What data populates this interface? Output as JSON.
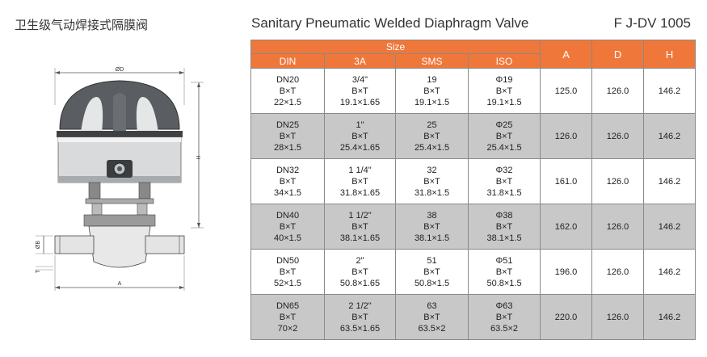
{
  "titles": {
    "chinese": "卫生级气动焊接式隔膜阀",
    "english": "Sanitary Pneumatic Welded Diaphragm Valve",
    "code": "F J-DV 1005"
  },
  "drawing": {
    "label_od": "ØD",
    "label_h": "H",
    "label_ob": "ØB",
    "label_t": "T",
    "label_a": "A"
  },
  "table": {
    "size_header": "Size",
    "size_columns": [
      "DIN",
      "3A",
      "SMS",
      "ISO"
    ],
    "dim_columns": [
      "A",
      "D",
      "H"
    ],
    "rows": [
      {
        "din": [
          "DN20",
          "B×T",
          "22×1.5"
        ],
        "a3": [
          "3/4\"",
          "B×T",
          "19.1×1.65"
        ],
        "sms": [
          "19",
          "B×T",
          "19.1×1.5"
        ],
        "iso": [
          "Φ19",
          "B×T",
          "19.1×1.5"
        ],
        "A": "125.0",
        "D": "126.0",
        "H": "146.2"
      },
      {
        "din": [
          "DN25",
          "B×T",
          "28×1.5"
        ],
        "a3": [
          "1\"",
          "B×T",
          "25.4×1.65"
        ],
        "sms": [
          "25",
          "B×T",
          "25.4×1.5"
        ],
        "iso": [
          "Φ25",
          "B×T",
          "25.4×1.5"
        ],
        "A": "126.0",
        "D": "126.0",
        "H": "146.2"
      },
      {
        "din": [
          "DN32",
          "B×T",
          "34×1.5"
        ],
        "a3": [
          "1 1/4\"",
          "B×T",
          "31.8×1.65"
        ],
        "sms": [
          "32",
          "B×T",
          "31.8×1.5"
        ],
        "iso": [
          "Φ32",
          "B×T",
          "31.8×1.5"
        ],
        "A": "161.0",
        "D": "126.0",
        "H": "146.2"
      },
      {
        "din": [
          "DN40",
          "B×T",
          "40×1.5"
        ],
        "a3": [
          "1 1/2\"",
          "B×T",
          "38.1×1.65"
        ],
        "sms": [
          "38",
          "B×T",
          "38.1×1.5"
        ],
        "iso": [
          "Φ38",
          "B×T",
          "38.1×1.5"
        ],
        "A": "162.0",
        "D": "126.0",
        "H": "146.2"
      },
      {
        "din": [
          "DN50",
          "B×T",
          "52×1.5"
        ],
        "a3": [
          "2\"",
          "B×T",
          "50.8×1.65"
        ],
        "sms": [
          "51",
          "B×T",
          "50.8×1.5"
        ],
        "iso": [
          "Φ51",
          "B×T",
          "50.8×1.5"
        ],
        "A": "196.0",
        "D": "126.0",
        "H": "146.2"
      },
      {
        "din": [
          "DN65",
          "B×T",
          "70×2"
        ],
        "a3": [
          "2 1/2\"",
          "B×T",
          "63.5×1.65"
        ],
        "sms": [
          "63",
          "B×T",
          "63.5×2"
        ],
        "iso": [
          "Φ63",
          "B×T",
          "63.5×2"
        ],
        "A": "220.0",
        "D": "126.0",
        "H": "146.2"
      }
    ]
  }
}
